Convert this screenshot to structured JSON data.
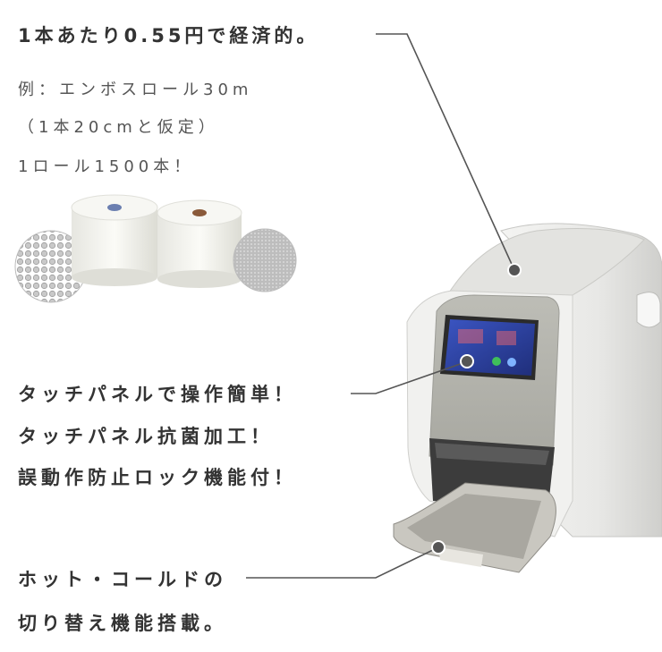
{
  "headline": "1本あたり0.55円で経済的。",
  "example": {
    "line1": "例：エンボスロール30m",
    "line2": "（1本20cmと仮定）",
    "line3": "1ロール1500本！"
  },
  "touch_panel": {
    "line1": "タッチパネルで操作簡単！",
    "line2": "タッチパネル抗菌加工！",
    "line3": "誤動作防止ロック機能付！"
  },
  "hot_cold": {
    "line1": "ホット・コールドの",
    "line2": "切り替え機能搭載。"
  },
  "colors": {
    "text": "#333333",
    "leader_line": "#555555",
    "screen": "#2b3f9a",
    "machine_body": "#eeeeec"
  }
}
